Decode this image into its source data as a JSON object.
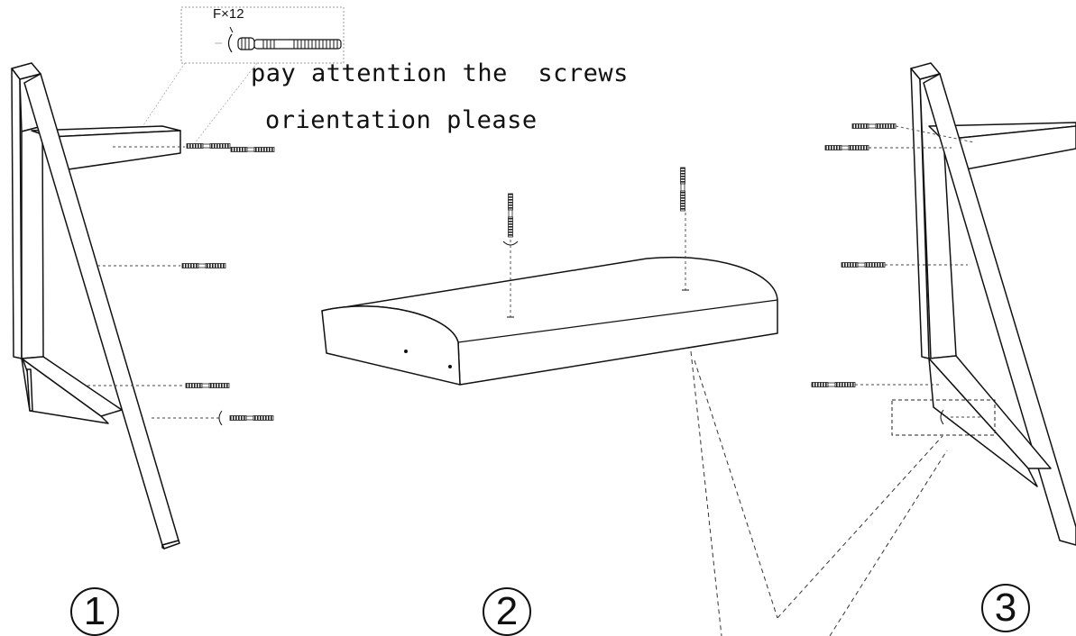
{
  "hardware": {
    "label": "F×12"
  },
  "note": {
    "line1": "pay attention the  screws",
    "line2": "orientation please"
  },
  "steps": [
    {
      "number": "1"
    },
    {
      "number": "2"
    },
    {
      "number": "3"
    }
  ],
  "colors": {
    "ink": "#111111",
    "paper": "#ffffff",
    "screw_dark": "#222222"
  }
}
